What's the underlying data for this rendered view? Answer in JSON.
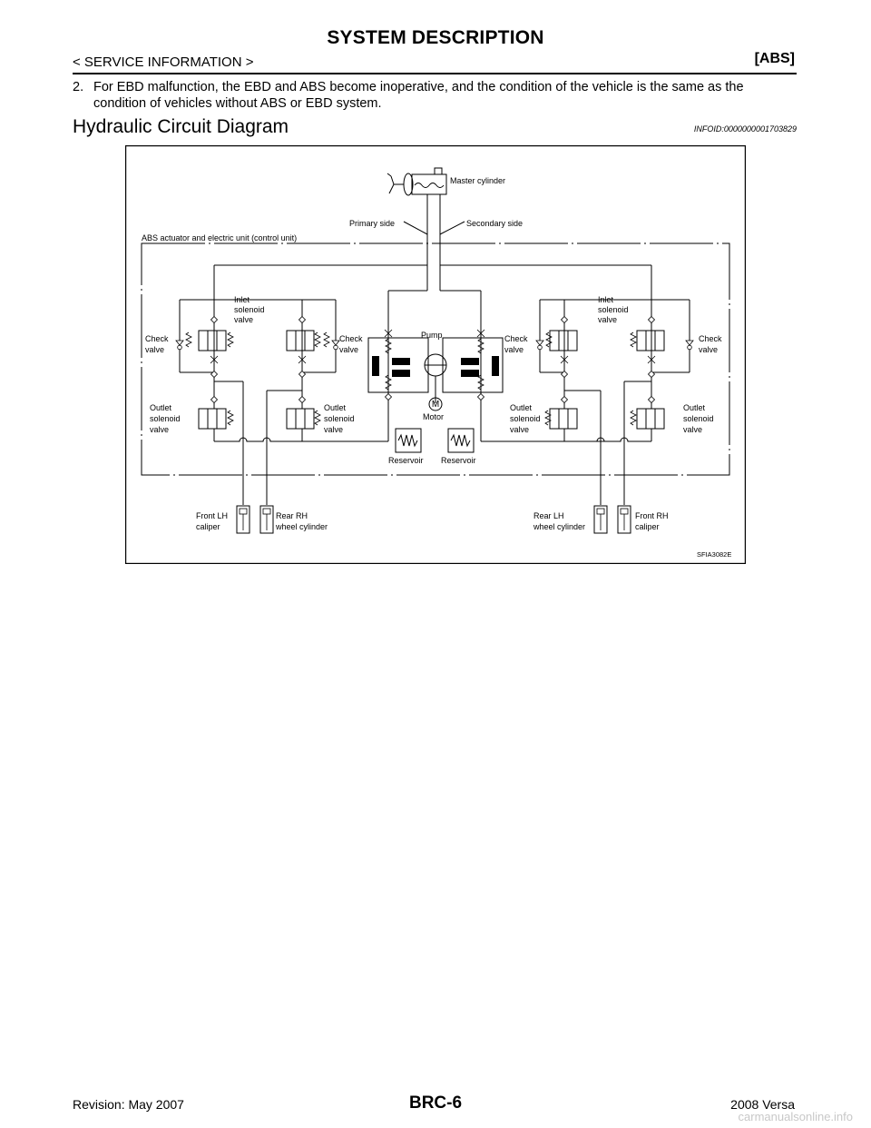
{
  "header": {
    "title": "SYSTEM DESCRIPTION",
    "section": "< SERVICE INFORMATION >",
    "code": "[ABS]"
  },
  "note": {
    "number": "2.",
    "text": "For EBD malfunction, the EBD and ABS become inoperative, and the condition of the vehicle is the same as the condition of vehicles without ABS or EBD system."
  },
  "section": {
    "heading": "Hydraulic Circuit Diagram",
    "infoid": "INFOID:0000000001703829"
  },
  "diagram": {
    "master_cylinder": "Master cylinder",
    "primary_side": "Primary side",
    "secondary_side": "Secondary side",
    "unit_label": "ABS actuator and electric unit (control unit)",
    "inlet_l1": "Inlet",
    "inlet_l2": "solenoid",
    "inlet_l3": "valve",
    "check_l1": "Check",
    "check_l2": "valve",
    "outlet_l1": "Outlet",
    "outlet_l2": "solenoid",
    "outlet_l3": "valve",
    "pump": "Pump",
    "motor": "Motor",
    "motor_symbol": "M",
    "reservoir": "Reservoir",
    "front_lh_l1": "Front LH",
    "front_lh_l2": "caliper",
    "rear_rh_l1": "Rear RH",
    "rear_rh_l2": "wheel cylinder",
    "rear_lh_l1": "Rear LH",
    "rear_lh_l2": "wheel cylinder",
    "front_rh_l1": "Front RH",
    "front_rh_l2": "caliper",
    "fig_code": "SFIA3082E"
  },
  "footer": {
    "revision": "Revision: May 2007",
    "page": "BRC-6",
    "model": "2008 Versa",
    "watermark": "carmanualsonline.info"
  }
}
